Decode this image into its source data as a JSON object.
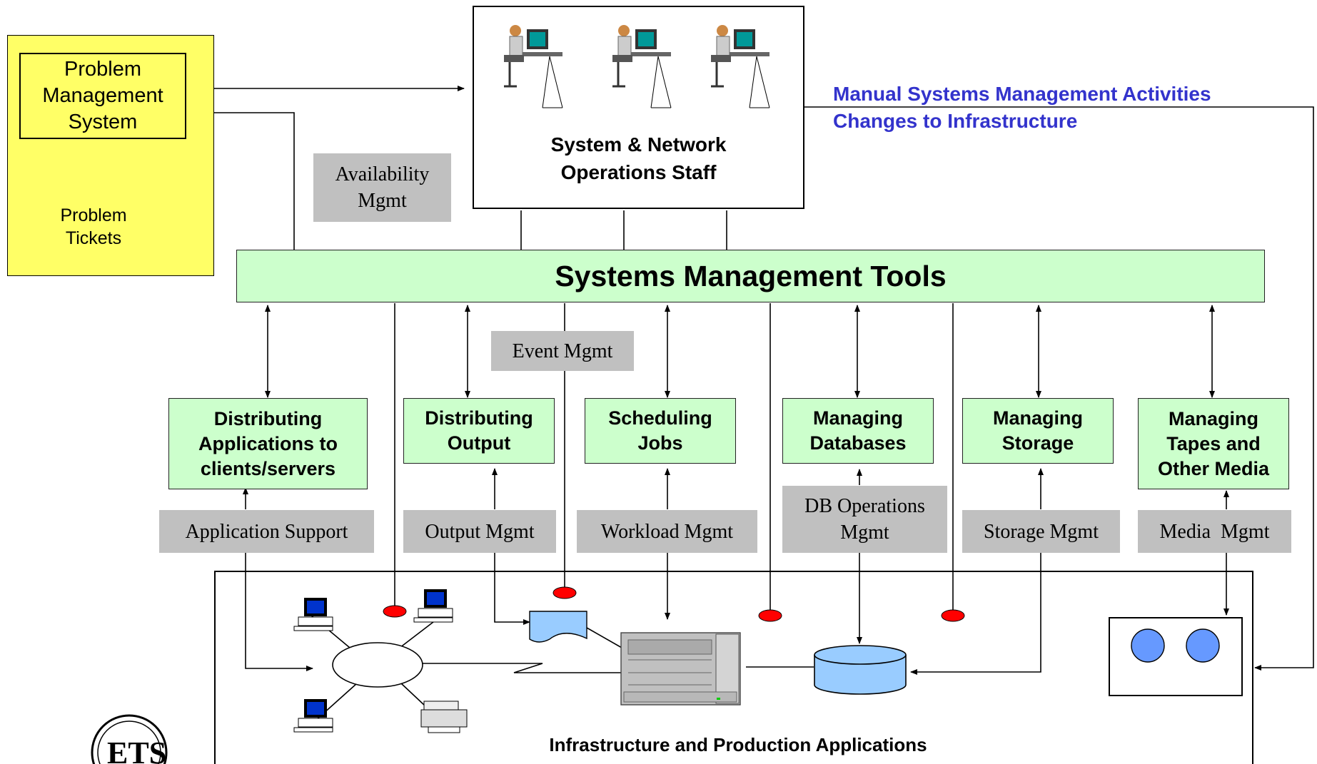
{
  "problem_mgmt": {
    "system_label": "Problem\nManagement\nSystem",
    "tickets_label": "Problem\nTickets"
  },
  "ops_staff": {
    "label": "System & Network\nOperations Staff"
  },
  "manual_activities": {
    "line1": "Manual Systems Management Activities",
    "line2": "Changes to Infrastructure",
    "color": "#3333cc"
  },
  "tools_bar": {
    "label": "Systems Management Tools"
  },
  "functions": [
    {
      "label": "Distributing\nApplications to\nclients/servers"
    },
    {
      "label": "Distributing\nOutput"
    },
    {
      "label": "Scheduling\nJobs"
    },
    {
      "label": "Managing\nDatabases"
    },
    {
      "label": "Managing\nStorage"
    },
    {
      "label": "Managing\nTapes and\nOther Media"
    }
  ],
  "disciplines": {
    "availability": "Availability\nMgmt",
    "event": "Event Mgmt",
    "application": "Application Support",
    "output": "Output Mgmt",
    "workload": "Workload Mgmt",
    "db_operations": "DB Operations\nMgmt",
    "storage": "Storage Mgmt",
    "media": "Media  Mgmt"
  },
  "infrastructure": {
    "label": "Infrastructure and Production Applications"
  },
  "colors": {
    "problem_bg": "#ffff66",
    "tools_bg": "#ccffcc",
    "gray_label": "#c0c0c0",
    "sensor_red": "#ff0000",
    "tape_blue": "#6699ff",
    "doc_blue": "#99ccff"
  },
  "icons": [
    "operator-workstation-icon",
    "desktop-computer-icon",
    "printer-icon",
    "mainframe-icon",
    "database-cylinder-icon",
    "document-icon",
    "tape-reel-icon",
    "logo-icon"
  ]
}
